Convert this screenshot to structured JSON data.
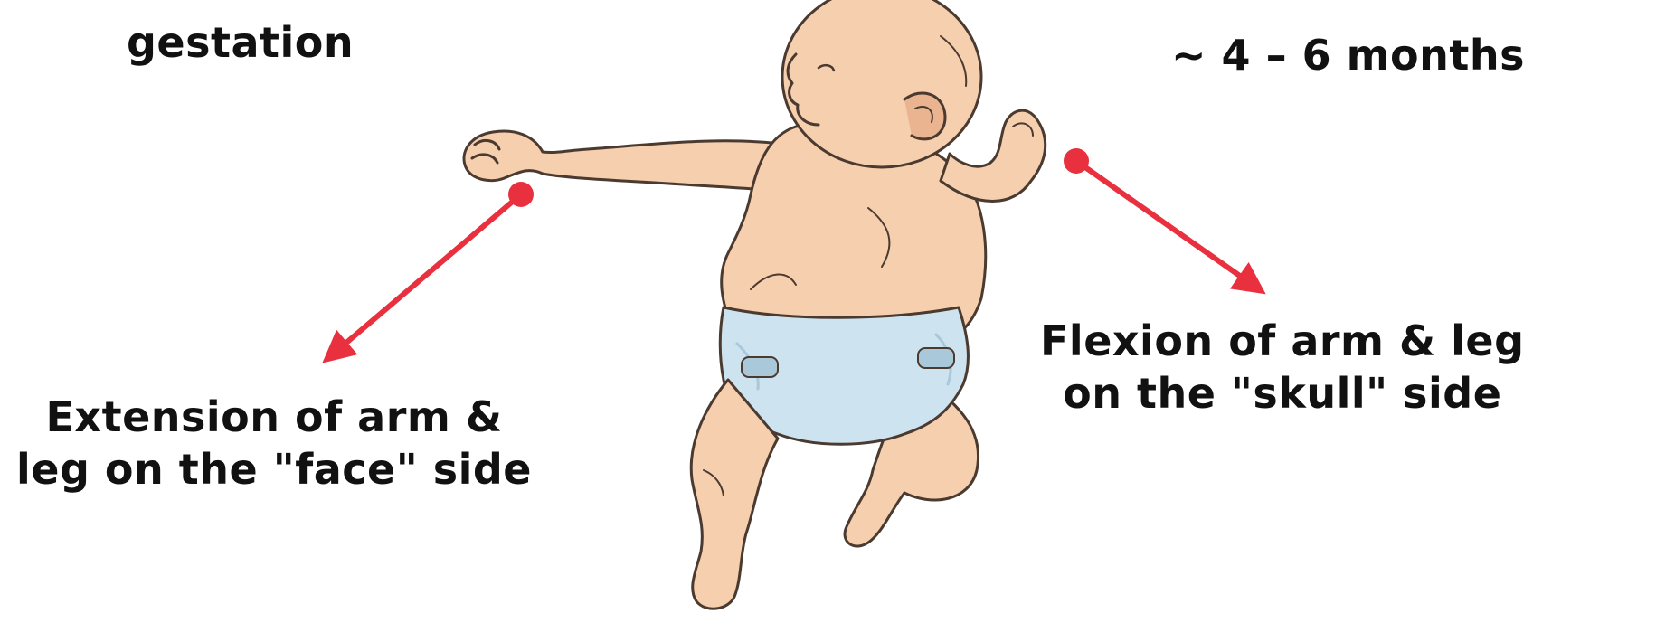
{
  "labels": {
    "top_left": {
      "line1": "gestation"
    },
    "top_right": {
      "line1": "~ 4 – 6 months"
    },
    "left": {
      "line1": "Extension of arm &",
      "line2": "leg on the \"face\" side"
    },
    "right": {
      "line1": "Flexion of arm & leg",
      "line2": "on the \"skull\" side"
    }
  },
  "colors": {
    "arrow": "#e8303e",
    "skin": "#f6cfae",
    "skin_shade": "#e9b48f",
    "outline": "#4a3a30",
    "diaper": "#cde3ef",
    "diaper_shade": "#a9c8da",
    "text": "#111111"
  }
}
